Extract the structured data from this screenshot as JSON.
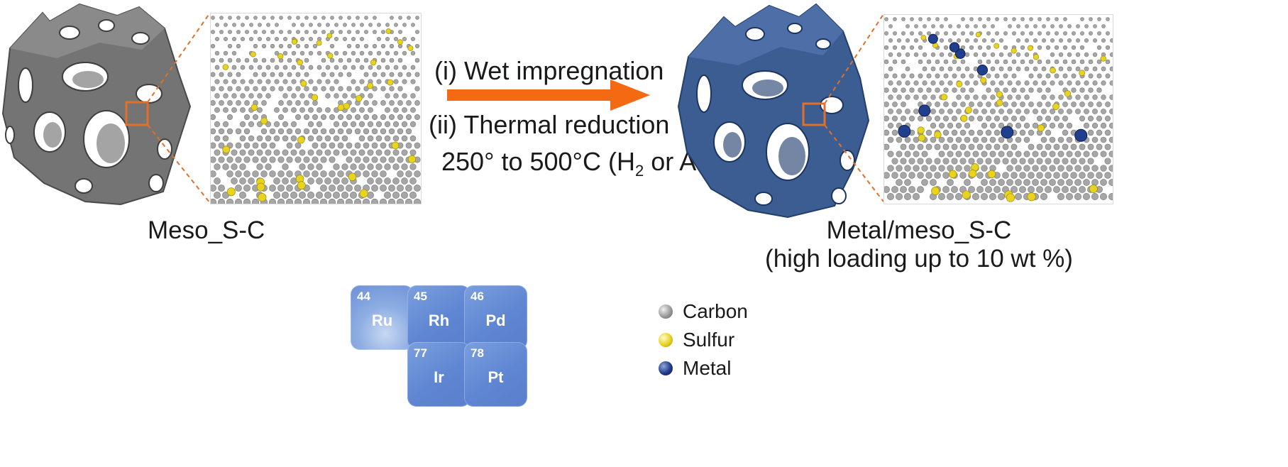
{
  "steps": {
    "step1": "(i) Wet impregnation",
    "step2": "(ii) Thermal reduction",
    "conditions_prefix": "250° to 500°C (H",
    "conditions_sub": "2",
    "conditions_suffix": " or Ar)"
  },
  "captions": {
    "left": "Meso_S-C",
    "right_line1": "Metal/meso_S-C",
    "right_line2": "(high loading up to 10 wt %)"
  },
  "elements": [
    {
      "number": "44",
      "symbol": "Ru"
    },
    {
      "number": "45",
      "symbol": "Rh"
    },
    {
      "number": "46",
      "symbol": "Pd"
    },
    {
      "number": "77",
      "symbol": "Ir"
    },
    {
      "number": "78",
      "symbol": "Pt"
    }
  ],
  "legend": [
    {
      "label": "Carbon",
      "color": "#9a9a9a"
    },
    {
      "label": "Sulfur",
      "color": "#e6d21e"
    },
    {
      "label": "Metal",
      "color": "#1f3a8a"
    }
  ],
  "colors": {
    "arrow": "#f46a12",
    "zoom_box": "#e0702a",
    "carbon_atom": "#a6a6a6",
    "sulfur_atom": "#e8d31f",
    "metal_atom": "#20408f",
    "meso_gray": "#707070",
    "meso_blue": "#3e5f93",
    "tile_blue": "#6a8fd6"
  },
  "icons": {
    "left_structure": "mesoporous-carbon-cube",
    "right_structure": "metal-loaded-mesoporous-cube",
    "process_arrow": "right-arrow"
  }
}
